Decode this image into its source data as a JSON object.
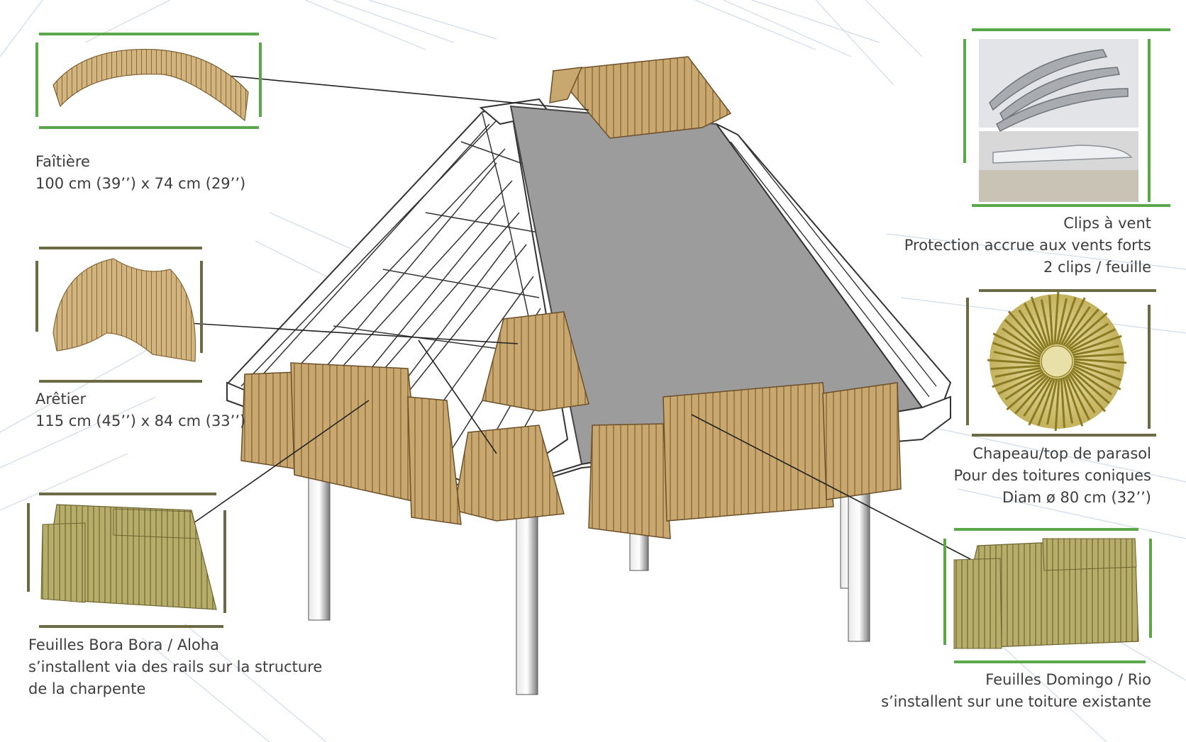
{
  "labels": {
    "faitiere": {
      "name": "Faîtière",
      "size": "100 cm (39’’) x 74 cm (29’’)"
    },
    "aretier": {
      "name": "Arêtier",
      "size": "115 cm (45’’) x 84 cm (33’’)"
    },
    "bora": {
      "line1": "Feuilles Bora Bora / Aloha",
      "line2": "s’installent via des rails sur la structure",
      "line3": "de la charpente"
    },
    "clips": {
      "line1": "Clips à vent",
      "line2": "Protection accrue aux vents forts",
      "line3": "2 clips / feuille"
    },
    "chapeau": {
      "line1": "Chapeau/top de parasol",
      "line2": "Pour des toitures coniques",
      "line3": "Diam ø 80 cm (32’’)"
    },
    "domingo": {
      "line1": "Feuilles Domingo / Rio",
      "line2": "s’installent sur une toiture existante"
    }
  },
  "colors": {
    "thatch": "#c9a870",
    "thatch_dark": "#8a6a3a",
    "roof_grey": "#9c9c9c",
    "frame_green": "#5aa84a",
    "frame_olive": "#6b6a45",
    "blueprint": "#c9d6e6"
  }
}
